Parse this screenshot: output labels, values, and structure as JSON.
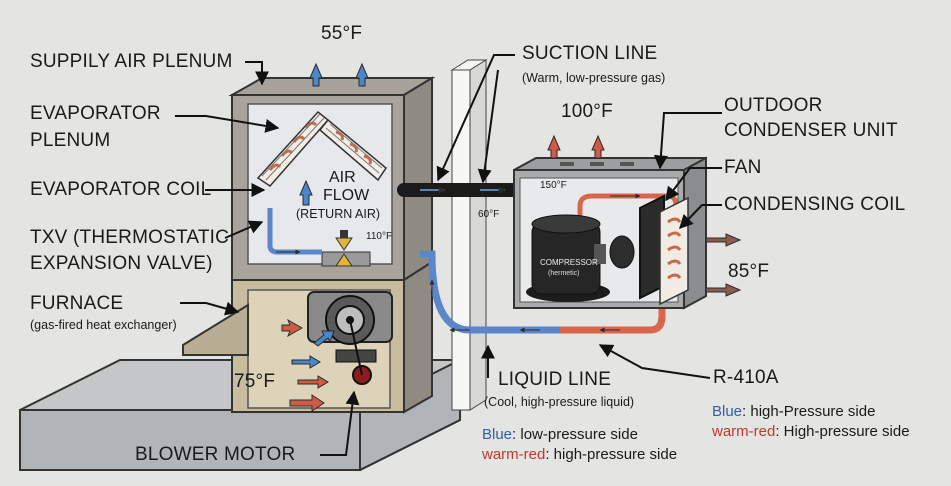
{
  "labels": {
    "supply_air_plenum": "SUPPILY AIR PLENUM",
    "evaporator_plenum_1": "EVAPORATOR",
    "evaporator_plenum_2": "PLENUM",
    "evaporator_coil": "EVAPORATOR COIL",
    "txv_1": "TXV (THERMOSTATIC",
    "txv_2": "EXPANSION VALVE)",
    "furnace": "FURNACE",
    "furnace_sub": "(gas-fired heat exchanger)",
    "blower_motor": "BLOWER MOTOR",
    "air_flow_1": "AIR",
    "air_flow_2": "FLOW",
    "air_flow_sub": "(RETURN AIR)",
    "suction_line": "SUCTION LINE",
    "suction_line_sub": "(Warm, low-pressure gas)",
    "outdoor_unit_1": "OUTDOOR",
    "outdoor_unit_2": "CONDENSER UNIT",
    "fan": "FAN",
    "condensing_coil": "CONDENSING COIL",
    "compressor": "COMPRESSOR",
    "compressor_sub": "(hermetic)",
    "liquid_line": "LIQUID LINE",
    "liquid_line_sub": "(Cool, high-pressure liquid)",
    "refrigerant": "R-410A"
  },
  "temperatures": {
    "supply": "55°F",
    "exhaust": "100°F",
    "return": "75°F",
    "outdoor": "85°F",
    "txv": "110°F",
    "suction": "60°F",
    "discharge": "150°F"
  },
  "legend_a": {
    "blue_word": "Blue",
    "blue_text": ": high-Pressure side",
    "red_word": "warm-red",
    "red_text": ": High-pressure side"
  },
  "legend_b": {
    "blue_word": "Blue",
    "blue_text": ": low-pressure side",
    "red_word": "warm-red",
    "red_text": ": high-pressure side"
  },
  "colors": {
    "blue_side": "#5b86c9",
    "red_side": "#d9664a",
    "background": "#e4e4e2"
  }
}
